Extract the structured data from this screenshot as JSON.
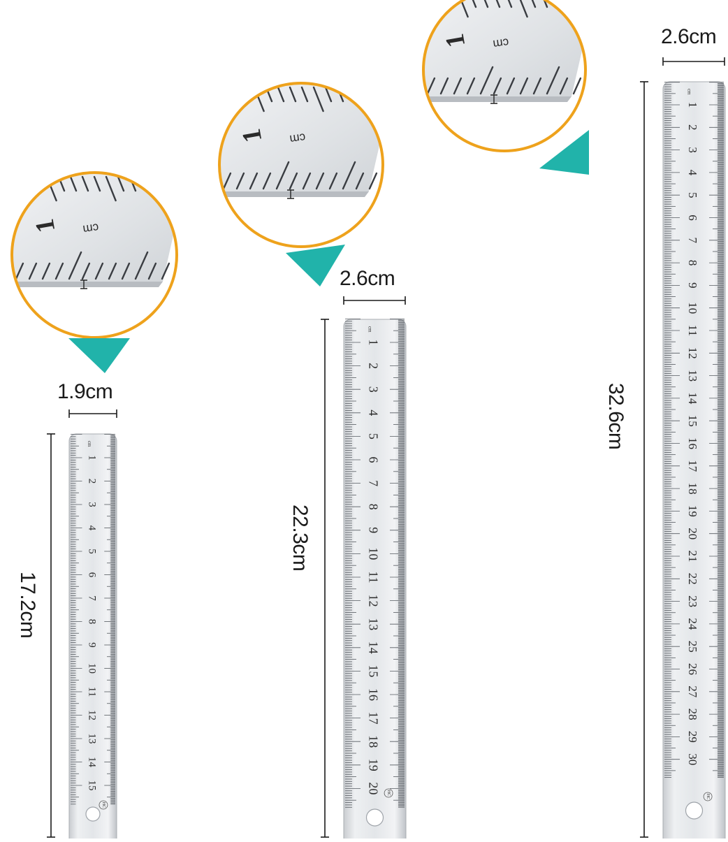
{
  "palette": {
    "background": "#ffffff",
    "steel_light": "#eceef0",
    "steel_dark": "#c9ccd0",
    "tick": "#555a60",
    "callout_ring": "#eea21c",
    "pointer": "#21b3aa",
    "dimension_line": "#1a1a1a"
  },
  "rulers": [
    {
      "id": "small",
      "width_label": "1.9cm",
      "length_label": "17.2cm",
      "numbers": [
        "1",
        "2",
        "3",
        "4",
        "5",
        "6",
        "7",
        "8",
        "9",
        "10",
        "11",
        "12",
        "13",
        "14",
        "15"
      ],
      "unit_mark": "cm",
      "logo": "HC"
    },
    {
      "id": "medium",
      "width_label": "2.6cm",
      "length_label": "22.3cm",
      "numbers": [
        "1",
        "2",
        "3",
        "4",
        "5",
        "6",
        "7",
        "8",
        "9",
        "10",
        "11",
        "12",
        "13",
        "14",
        "15",
        "16",
        "17",
        "18",
        "19",
        "20"
      ],
      "unit_mark": "cm",
      "logo": "HC"
    },
    {
      "id": "large",
      "width_label": "2.6cm",
      "length_label": "32.6cm",
      "numbers": [
        "1",
        "2",
        "3",
        "4",
        "5",
        "6",
        "7",
        "8",
        "9",
        "10",
        "11",
        "12",
        "13",
        "14",
        "15",
        "16",
        "17",
        "18",
        "19",
        "20",
        "21",
        "22",
        "23",
        "24",
        "25",
        "26",
        "27",
        "28",
        "29",
        "30"
      ],
      "unit_mark": "cm",
      "logo": "HC"
    }
  ],
  "callouts": [
    {
      "ruler": "small",
      "digit": "1",
      "unit": "cm"
    },
    {
      "ruler": "medium",
      "digit": "1",
      "unit": "cm"
    },
    {
      "ruler": "large",
      "digit": "1",
      "unit": "cm"
    }
  ]
}
